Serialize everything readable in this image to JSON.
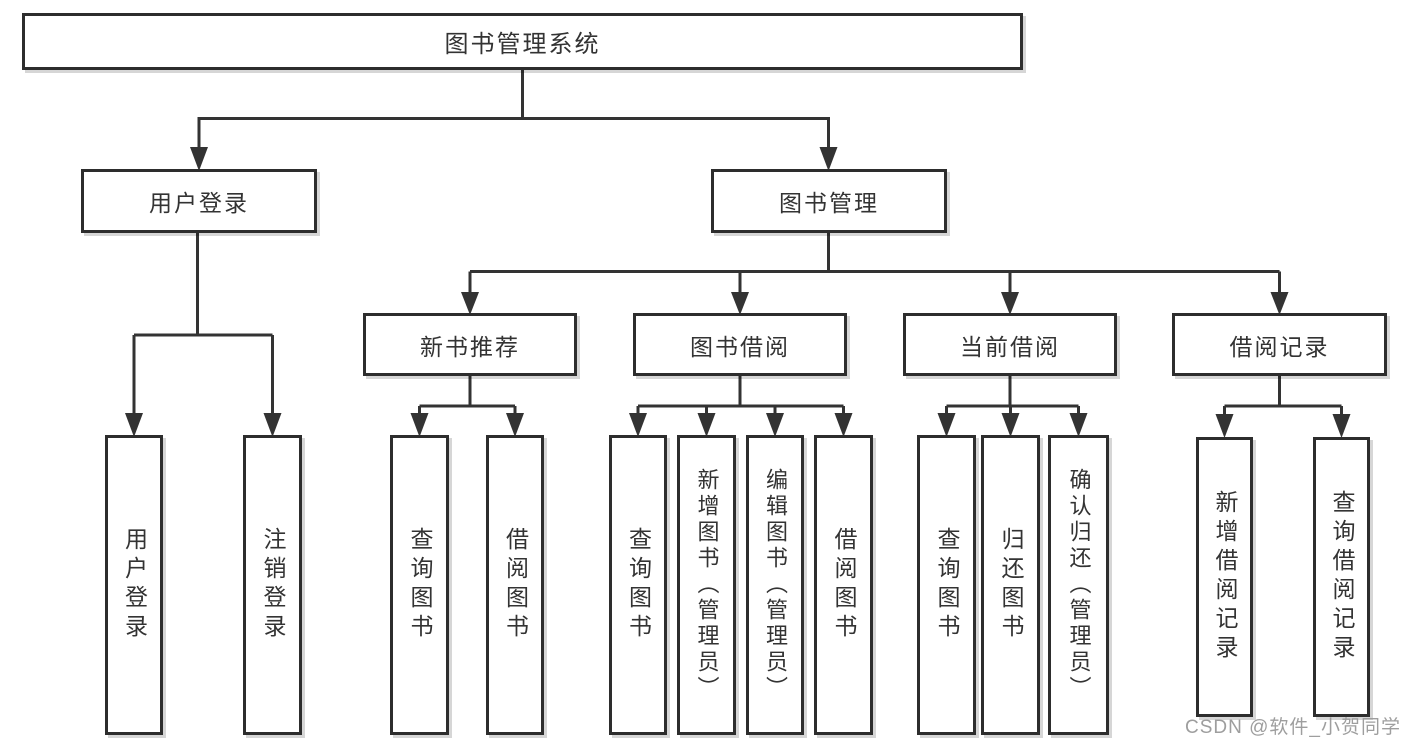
{
  "diagram": {
    "root": {
      "label": "图书管理系统"
    },
    "branches": {
      "user": {
        "label": "用户登录",
        "children": [
          "用户登录",
          "注销登录"
        ]
      },
      "books": {
        "label": "图书管理",
        "sections": {
          "recommend": {
            "label": "新书推荐",
            "children": [
              "查询图书",
              "借阅图书"
            ]
          },
          "borrow": {
            "label": "图书借阅",
            "children": [
              "查询图书",
              "新增图书（管理员）",
              "编辑图书（管理员）",
              "借阅图书"
            ]
          },
          "current": {
            "label": "当前借阅",
            "children": [
              "查询图书",
              "归还图书",
              "确认归还（管理员）"
            ]
          },
          "records": {
            "label": "借阅记录",
            "children": [
              "新增借阅记录",
              "查询借阅记录"
            ]
          }
        }
      }
    }
  },
  "watermark": {
    "text": "CSDN @软件_小贺同学"
  },
  "colors": {
    "line": "#333333",
    "box_border": "#2d2d2d",
    "box_background": "#ffffff",
    "text": "#333333",
    "watermark_text_color": "#9e9e9e",
    "background": "#ffffff"
  }
}
